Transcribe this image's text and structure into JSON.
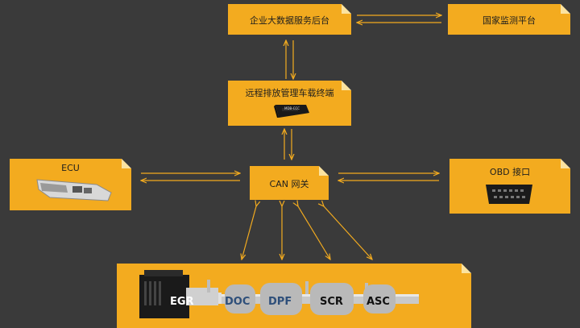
{
  "nodes": {
    "enterprise": {
      "label": "企业大数据服务后台"
    },
    "national": {
      "label": "国家监测平台"
    },
    "terminal": {
      "label": "远程排放管理车载终端",
      "device_text": "MDB-CCC"
    },
    "can": {
      "label": "CAN 网关"
    },
    "ecu": {
      "label": "ECU"
    },
    "obd": {
      "label": "OBD 接口"
    },
    "aftertreatment": {
      "components": [
        "EGR",
        "DOC",
        "DPF",
        "SCR",
        "ASC"
      ]
    }
  },
  "colors": {
    "background": "#3a3a3a",
    "box": "#f3ab1f",
    "arrow": "#f3ab1f",
    "pipe": "#c9c9c9"
  }
}
